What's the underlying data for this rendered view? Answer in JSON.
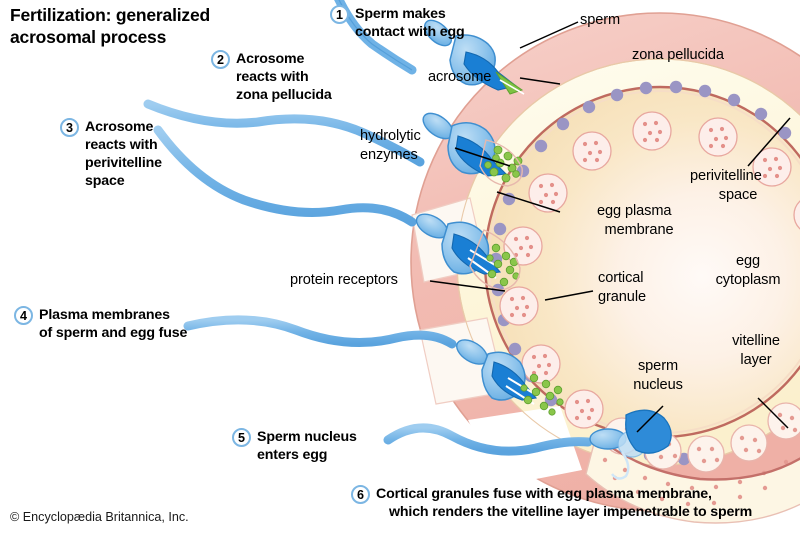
{
  "title": "Fertilization: generalized\nacrosomal process",
  "title_line1": "Fertilization: generalized",
  "title_line2": "acrosomal process",
  "credit": "© Encyclopædia Britannica, Inc.",
  "steps": [
    {
      "num": "1",
      "label": "Sperm makes\ncontact with egg",
      "line1": "Sperm makes",
      "line2": "contact with egg"
    },
    {
      "num": "2",
      "label": "Acrosome\nreacts with\nzona pellucida",
      "line1": "Acrosome",
      "line2": "reacts with",
      "line3": "zona pellucida"
    },
    {
      "num": "3",
      "label": "Acrosome\nreacts with\nperivitelline\nspace",
      "line1": "Acrosome",
      "line2": "reacts with",
      "line3": "perivitelline",
      "line4": "space"
    },
    {
      "num": "4",
      "label": "Plasma membranes\nof sperm and egg fuse",
      "line1": "Plasma membranes",
      "line2": "of sperm and egg fuse"
    },
    {
      "num": "5",
      "label": "Sperm nucleus\nenters egg",
      "line1": "Sperm nucleus",
      "line2": "enters egg"
    },
    {
      "num": "6",
      "label": "Cortical granules fuse with egg plasma membrane,\nwhich renders the vitelline layer impenetrable to sperm",
      "line1": "Cortical granules fuse with egg plasma membrane,",
      "line2": "which renders the vitelline layer impenetrable to sperm"
    }
  ],
  "anatomy": [
    {
      "id": "sperm",
      "label": "sperm"
    },
    {
      "id": "acrosome",
      "label": "acrosome"
    },
    {
      "id": "hydrolytic-enzymes",
      "label": "hydrolytic\nenzymes",
      "line1": "hydrolytic",
      "line2": "enzymes"
    },
    {
      "id": "protein-receptors",
      "label": "protein receptors"
    },
    {
      "id": "zona-pellucida",
      "label": "zona pellucida"
    },
    {
      "id": "perivitelline-space",
      "label": "perivitelline\nspace",
      "line1": "perivitelline",
      "line2": "space"
    },
    {
      "id": "egg-plasma-membrane",
      "label": "egg plasma\nmembrane",
      "line1": "egg plasma",
      "line2": "membrane"
    },
    {
      "id": "cortical-granule",
      "label": "cortical\ngranule",
      "line1": "cortical",
      "line2": "granule"
    },
    {
      "id": "egg-cytoplasm",
      "label": "egg\ncytoplasm",
      "line1": "egg",
      "line2": "cytoplasm"
    },
    {
      "id": "vitelline-layer",
      "label": "vitelline\nlayer",
      "line1": "vitelline",
      "line2": "layer"
    },
    {
      "id": "sperm-nucleus",
      "label": "sperm\nnucleus",
      "line1": "sperm",
      "line2": "nucleus"
    }
  ],
  "colors": {
    "zona_pellucida": "#f3beb5",
    "zona_pellucida_edge": "#e3a396",
    "perivitelline_space": "#fdf6dc",
    "cytoplasm_outer": "#f9e9c4",
    "cytoplasm_inner": "#fdf3ee",
    "egg_plasma_membrane": "#c06a60",
    "protein_receptor": "#9a95c4",
    "cortical_granule_fill": "#fdeeea",
    "cortical_granule_dot": "#e4908a",
    "sperm_body": "#7cb8e8",
    "sperm_outline": "#3f8fd0",
    "acrosome_dark": "#1a7fd4",
    "hydrolytic_enzyme": "#7dc242",
    "sperm_nucleus": "#2e8bd8",
    "leader_line": "#000000",
    "step_circle": "#7cb6e3",
    "text": "#000000"
  }
}
